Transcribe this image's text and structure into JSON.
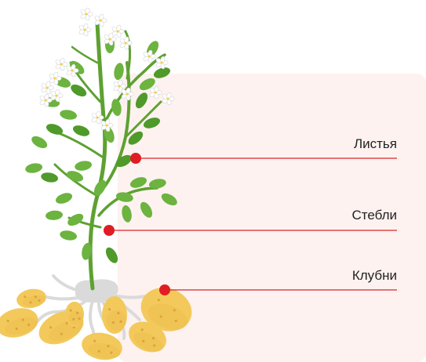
{
  "colors": {
    "panel": "#fdf2ef",
    "line": "#d9262b",
    "marker": "#e01d24",
    "stem": "#5ea131",
    "leaf": "#6cb33f",
    "leaf_dark": "#4f9a2a",
    "flower": "#ffffff",
    "flower_edge": "#cfd3d6",
    "flower_center": "#f3d24a",
    "root": "#dadada",
    "tuber": "#f3c95b",
    "tuber_shade": "#e7b647",
    "tuber_spot": "#dfa23d"
  },
  "labels": [
    {
      "id": "leaves",
      "text": "Листья"
    },
    {
      "id": "stems",
      "text": "Стебли"
    },
    {
      "id": "tubers",
      "text": "Клубни"
    }
  ]
}
